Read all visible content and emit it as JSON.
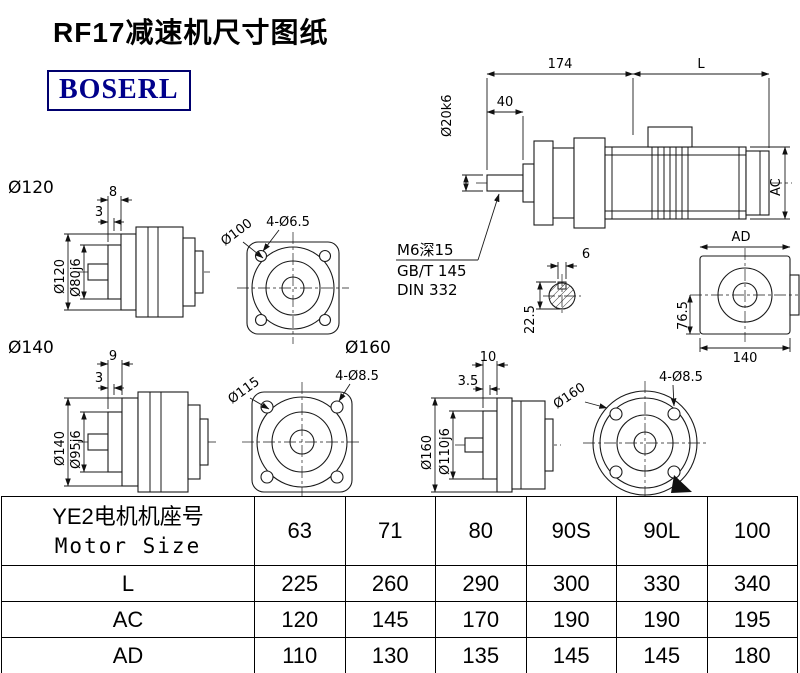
{
  "header": {
    "title": "RF17减速机尺寸图纸",
    "logo": "BOSERL"
  },
  "main_view": {
    "dim_174": "174",
    "dim_L": "L",
    "dim_40": "40",
    "shaft_dia": "Ø20k6",
    "dim_AC": "AC",
    "dim_AD": "AD",
    "note1": "M6深15",
    "note2": "GB/T 145",
    "note3": "DIN 332",
    "dim_6": "6",
    "dim_22_5": "22.5",
    "dim_76_5": "76.5",
    "dim_140": "140"
  },
  "view120": {
    "label": "Ø120",
    "dim_8": "8",
    "dim_3": "3",
    "flange_dia": "Ø120",
    "spigot_dia": "Ø80j6",
    "holes": "4-Ø6.5",
    "pilot": "Ø100"
  },
  "view140": {
    "label": "Ø140",
    "dim_9": "9",
    "dim_3": "3",
    "flange_dia": "Ø140",
    "spigot_dia": "Ø95j6",
    "holes": "4-Ø8.5",
    "pilot": "Ø115"
  },
  "view160": {
    "label": "Ø160",
    "dim_10": "10",
    "dim_3_5": "3.5",
    "flange_dia": "Ø160",
    "spigot_dia": "Ø110j6",
    "holes": "4-Ø8.5",
    "pilot": "Ø160"
  },
  "table": {
    "motor_row_cn": "YE2电机机座号",
    "motor_row_en": "Motor Size",
    "sizes": [
      "63",
      "71",
      "80",
      "90S",
      "90L",
      "100"
    ],
    "rows": [
      {
        "label": "L",
        "values": [
          "225",
          "260",
          "290",
          "300",
          "330",
          "340"
        ]
      },
      {
        "label": "AC",
        "values": [
          "120",
          "145",
          "170",
          "190",
          "190",
          "195"
        ]
      },
      {
        "label": "AD",
        "values": [
          "110",
          "130",
          "135",
          "145",
          "145",
          "180"
        ]
      }
    ]
  }
}
